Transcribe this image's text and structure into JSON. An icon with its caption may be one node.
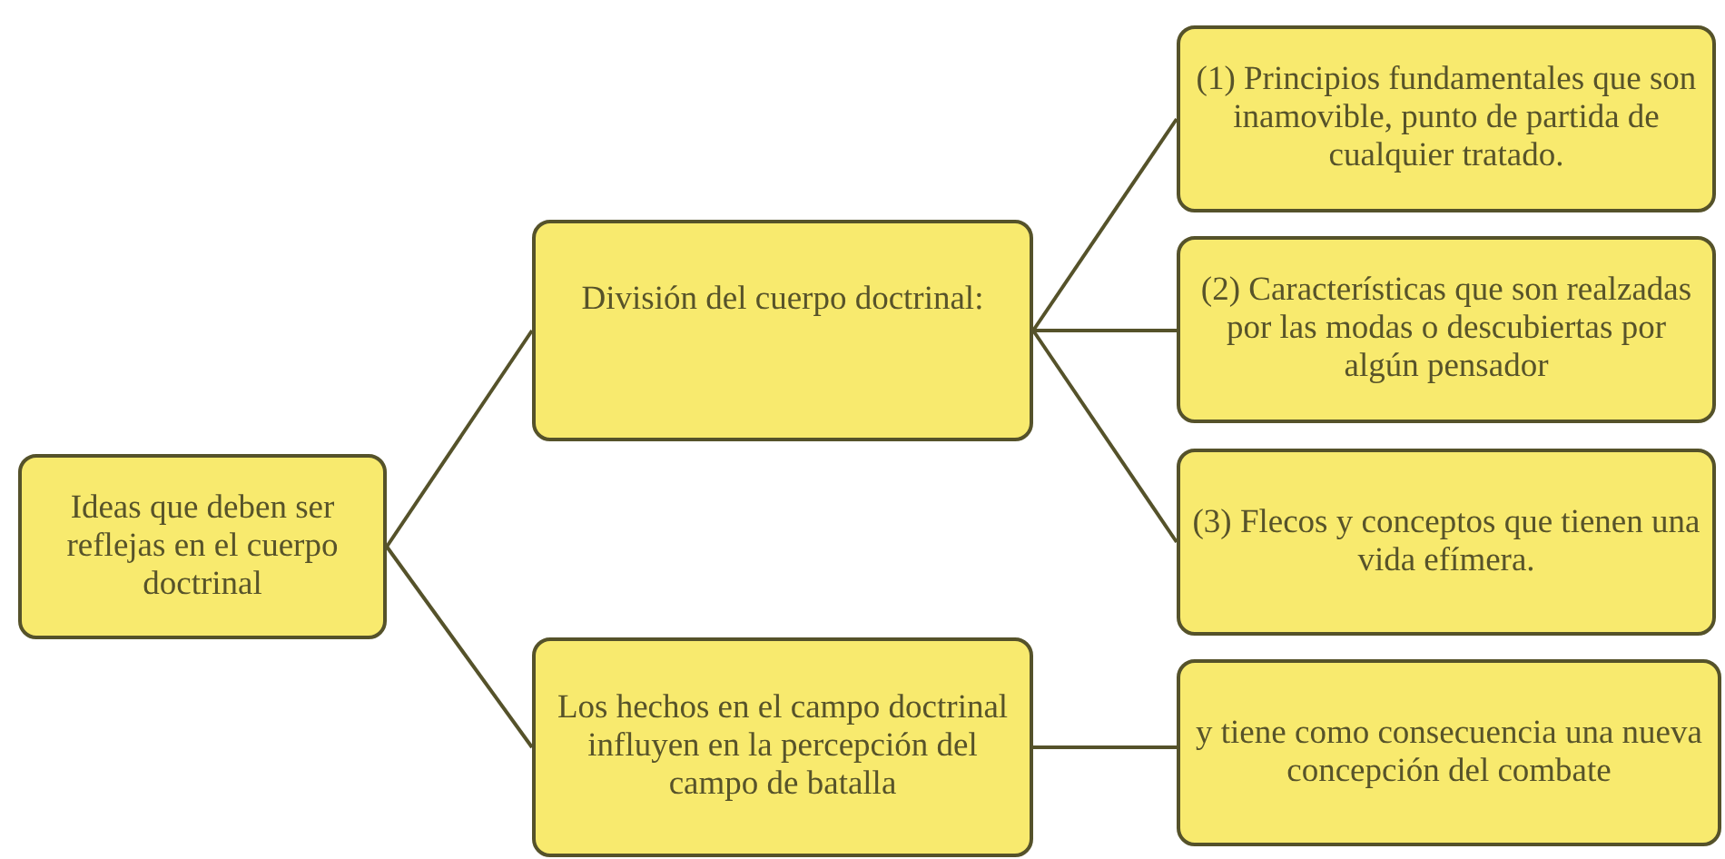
{
  "diagram": {
    "nodes": [
      {
        "text": [
          "Ideas que deben ser reflejas en el cuerpo doctrinal"
        ]
      },
      {
        "text": [
          "División del cuerpo doctrinal:"
        ]
      },
      {
        "text": [
          "Los hechos en el campo doctrinal influyen en la percepción del campo de batalla"
        ]
      },
      {
        "text": [
          "(1) Principios fundamentales que son inamovible, punto de partida de cualquier tratado."
        ]
      },
      {
        "text": [
          "(2) Características que son realzadas por las modas o descubiertas por algún pensador"
        ]
      },
      {
        "text": [
          "(3) Flecos y conceptos que tienen una vida efímera."
        ]
      },
      {
        "text": [
          "y tiene como consecuencia una nueva concepción del combate"
        ]
      }
    ],
    "edges": [
      {
        "from": 0,
        "to": 1,
        "arrow": "none"
      },
      {
        "from": 0,
        "to": 2,
        "arrow": "none"
      },
      {
        "from": 1,
        "to": 3,
        "arrow": "none"
      },
      {
        "from": 1,
        "to": 4,
        "arrow": "none"
      },
      {
        "from": 1,
        "to": 5,
        "arrow": "none"
      },
      {
        "from": 2,
        "to": 6,
        "arrow": "none"
      }
    ]
  }
}
